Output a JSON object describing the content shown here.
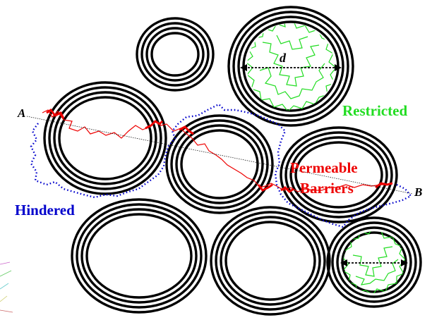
{
  "labels": {
    "point_a": "A",
    "point_b": "B",
    "diameter": "d",
    "restricted": "Restricted",
    "permeable": "Permeable",
    "barriers": "Barriers",
    "hindered": "Hindered"
  },
  "colors": {
    "axon_ring": "#000000",
    "restricted": "#22dd22",
    "permeable_path": "#ee0000",
    "hindered": "#0000cc",
    "line_ab": "#000000"
  },
  "axons": [
    {
      "id": "top-small",
      "rings": 4
    },
    {
      "id": "top-large",
      "rings": 4,
      "contains_restricted_walk": true
    },
    {
      "id": "mid-left",
      "rings": 4
    },
    {
      "id": "mid-center",
      "rings": 4
    },
    {
      "id": "mid-right",
      "rings": 4
    },
    {
      "id": "bottom-left",
      "rings": 4
    },
    {
      "id": "bottom-center",
      "rings": 4
    },
    {
      "id": "bottom-right",
      "rings": 4,
      "contains_restricted_walk": true
    }
  ]
}
